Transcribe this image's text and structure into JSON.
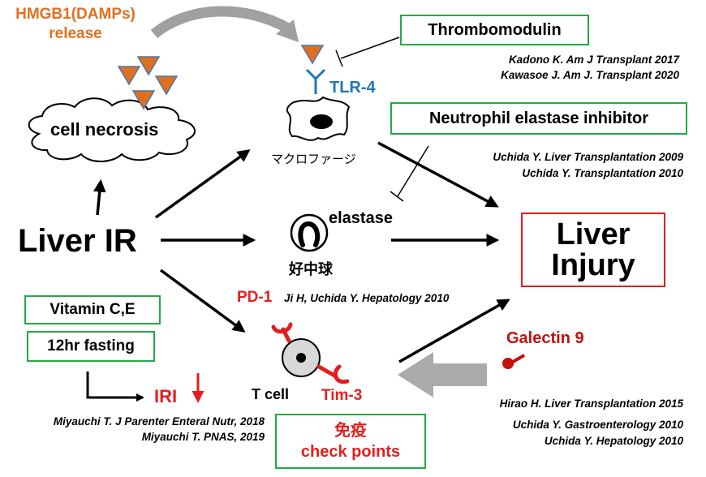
{
  "colors": {
    "orange": "#e07020",
    "blue": "#1f77b4",
    "red": "#e41e1e",
    "green": "#22aa44",
    "gray": "#999999"
  },
  "hmgb1": {
    "line1": "HMGB1(DAMPs)",
    "line2": "release"
  },
  "cell_necrosis": "cell necrosis",
  "liver_ir": "Liver IR",
  "tlr4": "TLR-4",
  "macrophage": "マクロファージ",
  "elastase": "elastase",
  "neutrophil": "好中球",
  "tcell": "T cell",
  "pd1": "PD-1",
  "tim3": "Tim-3",
  "galectin9": "Galectin 9",
  "iri": "IRI",
  "liver_injury": {
    "line1": "Liver",
    "line2": "Injury"
  },
  "boxes": {
    "thrombomodulin": "Thrombomodulin",
    "neutrophil_elastase_inhibitor": "Neutrophil elastase inhibitor",
    "vitamin": "Vitamin C,E",
    "fasting": "12hr fasting",
    "checkpoints_line1": "免疫",
    "checkpoints_line2": "check points"
  },
  "citations": {
    "kadono": "Kadono K. Am J Transplant  2017",
    "kawasoe": "Kawasoe J. Am J. Transplant 2020",
    "uchida_lt2009": "Uchida Y. Liver Transplantation 2009",
    "uchida_t2010": "Uchida Y. Transplantation 2010",
    "jih": "Ji H, Uchida Y.  Hepatology 2010",
    "hirao": "Hirao H. Liver Transplantation 2015",
    "uchida_g2010": "Uchida Y. Gastroenterology 2010",
    "uchida_h2010": "Uchida Y. Hepatology 2010",
    "miyauchi_jpen": "Miyauchi T. J Parenter Enteral Nutr, 2018",
    "miyauchi_pnas": "Miyauchi T.  PNAS, 2019"
  }
}
